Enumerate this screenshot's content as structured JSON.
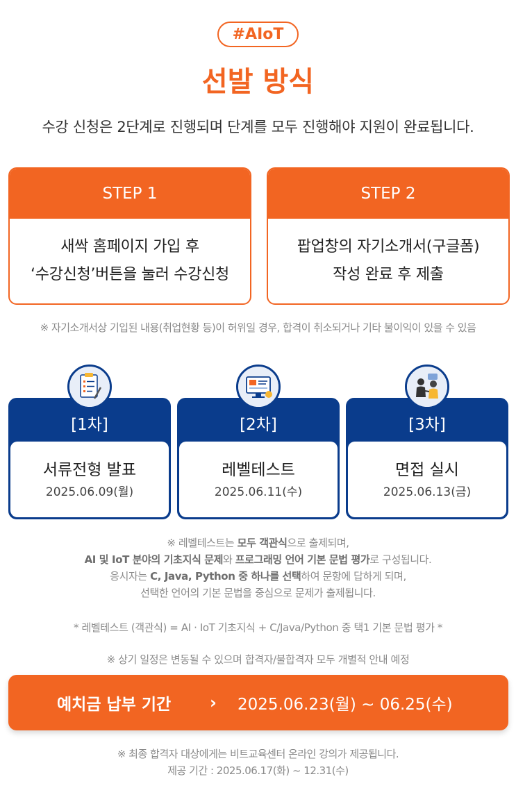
{
  "tag": "#AIoT",
  "title": "선발 방식",
  "intro": "수강 신청은 2단계로 진행되며 단계를 모두 진행해야 지원이 완료됩니다.",
  "steps": [
    {
      "label": "STEP 1",
      "line1": "새싹 홈페이지 가입 후",
      "line2": "‘수강신청’버튼을 눌러 수강신청"
    },
    {
      "label": "STEP 2",
      "line1": "팝업창의 자기소개서(구글폼)",
      "line2": "작성 완료 후 제출"
    }
  ],
  "step_note": "※ 자기소개서상 기입된 내용(취업현황 등)이 허위일 경우, 합격이 취소되거나 기타 불이익이 있을 수 있음",
  "phases": [
    {
      "label": "[1차]",
      "name": "서류전형 발표",
      "date": "2025.06.09(월)",
      "icon": "document-checklist-icon"
    },
    {
      "label": "[2차]",
      "name": "레벨테스트",
      "date": "2025.06.11(수)",
      "icon": "computer-screen-icon"
    },
    {
      "label": "[3차]",
      "name": "면접 실시",
      "date": "2025.06.13(금)",
      "icon": "interview-people-icon"
    }
  ],
  "level_notes": {
    "l1_a": "※ 레벨테스트는 ",
    "l1_b": "모두 객관식",
    "l1_c": "으로 출제되며,",
    "l2_a": "AI 및 IoT 분야의 기초지식 문제",
    "l2_b": "와 ",
    "l2_c": "프로그래밍 언어 기본 문법 평가",
    "l2_d": "로 구성됩니다.",
    "l3_a": "응시자는 ",
    "l3_b": "C, Java, Python 중 하나를 선택",
    "l3_c": "하여 문항에 답하게 되며,",
    "l4": "선택한 언어의 기본 문법을 중심으로 문제가 출제됩니다.",
    "formula": "* 레벨테스트 (객관식) = AI · IoT 기초지식 + C/Java/Python 중 택1 기본 문법 평가 *",
    "schedule": "※ 상기 일정은 변동될 수 있으며 합격자/불합격자 모두 개별적 안내 예정"
  },
  "deposit": {
    "label": "예치금 납부 기간",
    "arrow": "›",
    "date": "2025.06.23(월) ~ 06.25(수)"
  },
  "footer": {
    "line1": "※ 최종 합격자 대상에게는 비트교육센터 온라인 강의가 제공됩니다.",
    "line2": "제공 기간 : 2025.06.17(화) ~ 12.31(수)"
  },
  "colors": {
    "orange": "#f26522",
    "navy": "#0a3c8c",
    "gray": "#8a8a8a"
  }
}
